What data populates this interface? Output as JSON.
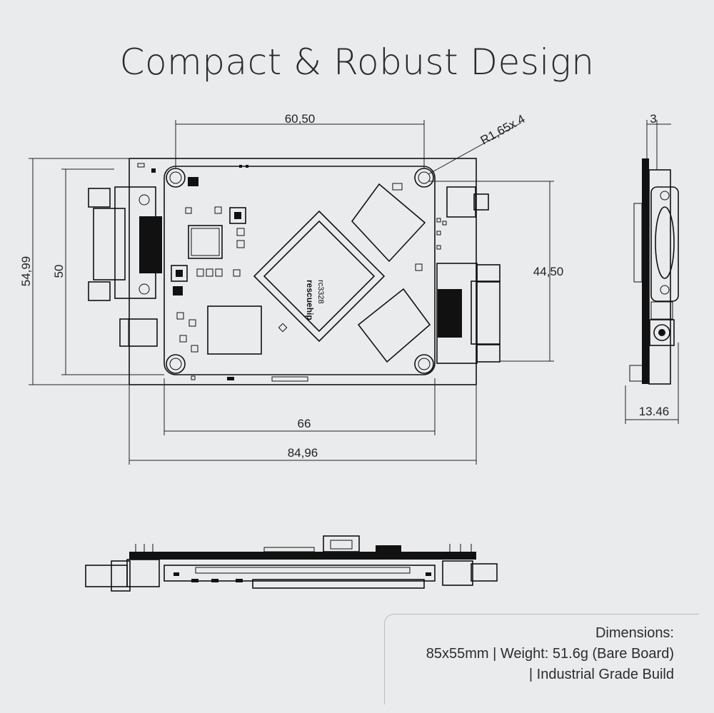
{
  "title": "Compact & Robust Design",
  "dimensions": {
    "hole_spacing": "60,50",
    "hole_radius": "R1,65x 4",
    "total_height": "54,99",
    "inner_height": "50",
    "hole_vertical": "44,50",
    "inner_width": "66",
    "total_width": "84,96",
    "side_top": "3",
    "side_depth": "13.46"
  },
  "chip_label": "rescuehip\nrc3328",
  "info": {
    "heading": "Dimensions:",
    "size": "85x55mm",
    "sep1": "|",
    "weight_label": "Weight:",
    "weight_value": "51.6g (Bare Board)",
    "sep2": "|",
    "build": "Industrial Grade Build"
  },
  "colors": {
    "background": "#e9ebed",
    "line": "#111111",
    "board": "#ffffff"
  }
}
